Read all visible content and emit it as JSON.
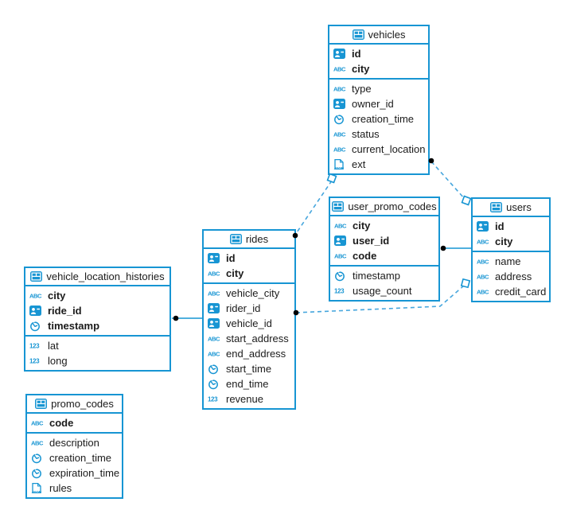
{
  "diagram": {
    "colors": {
      "accent": "#1795d3",
      "edge_dashed": "#46a6dd",
      "marker_dot": "#000000",
      "background": "#ffffff",
      "text": "#1b1b1b"
    },
    "tables": [
      {
        "name": "vehicles",
        "icon": "table-icon",
        "primary_keys": [
          {
            "name": "id",
            "type_icon": "person-id-icon"
          },
          {
            "name": "city",
            "type_icon": "text-icon"
          }
        ],
        "fields": [
          {
            "name": "type",
            "type_icon": "text-icon"
          },
          {
            "name": "owner_id",
            "type_icon": "person-id-icon"
          },
          {
            "name": "creation_time",
            "type_icon": "time-icon"
          },
          {
            "name": "status",
            "type_icon": "text-icon"
          },
          {
            "name": "current_location",
            "type_icon": "text-icon"
          },
          {
            "name": "ext",
            "type_icon": "json-icon"
          }
        ]
      },
      {
        "name": "user_promo_codes",
        "icon": "table-icon",
        "primary_keys": [
          {
            "name": "city",
            "type_icon": "text-icon"
          },
          {
            "name": "user_id",
            "type_icon": "person-id-icon"
          },
          {
            "name": "code",
            "type_icon": "text-icon"
          }
        ],
        "fields": [
          {
            "name": "timestamp",
            "type_icon": "time-icon"
          },
          {
            "name": "usage_count",
            "type_icon": "number-icon"
          }
        ]
      },
      {
        "name": "users",
        "icon": "table-icon",
        "primary_keys": [
          {
            "name": "id",
            "type_icon": "person-id-icon"
          },
          {
            "name": "city",
            "type_icon": "text-icon"
          }
        ],
        "fields": [
          {
            "name": "name",
            "type_icon": "text-icon"
          },
          {
            "name": "address",
            "type_icon": "text-icon"
          },
          {
            "name": "credit_card",
            "type_icon": "text-icon"
          }
        ]
      },
      {
        "name": "rides",
        "icon": "table-icon",
        "primary_keys": [
          {
            "name": "id",
            "type_icon": "person-id-icon"
          },
          {
            "name": "city",
            "type_icon": "text-icon"
          }
        ],
        "fields": [
          {
            "name": "vehicle_city",
            "type_icon": "text-icon"
          },
          {
            "name": "rider_id",
            "type_icon": "person-id-icon"
          },
          {
            "name": "vehicle_id",
            "type_icon": "person-id-icon"
          },
          {
            "name": "start_address",
            "type_icon": "text-icon"
          },
          {
            "name": "end_address",
            "type_icon": "text-icon"
          },
          {
            "name": "start_time",
            "type_icon": "time-icon"
          },
          {
            "name": "end_time",
            "type_icon": "time-icon"
          },
          {
            "name": "revenue",
            "type_icon": "number-icon"
          }
        ]
      },
      {
        "name": "vehicle_location_histories",
        "icon": "table-icon",
        "primary_keys": [
          {
            "name": "city",
            "type_icon": "text-icon"
          },
          {
            "name": "ride_id",
            "type_icon": "person-id-icon"
          },
          {
            "name": "timestamp",
            "type_icon": "time-icon"
          }
        ],
        "fields": [
          {
            "name": "lat",
            "type_icon": "number-icon"
          },
          {
            "name": "long",
            "type_icon": "number-icon"
          }
        ]
      },
      {
        "name": "promo_codes",
        "icon": "table-icon",
        "primary_keys": [
          {
            "name": "code",
            "type_icon": "text-icon"
          }
        ],
        "fields": [
          {
            "name": "description",
            "type_icon": "text-icon"
          },
          {
            "name": "creation_time",
            "type_icon": "time-icon"
          },
          {
            "name": "expiration_time",
            "type_icon": "time-icon"
          },
          {
            "name": "rules",
            "type_icon": "json-icon"
          }
        ]
      }
    ],
    "relationships": [
      {
        "from": "rides",
        "to": "vehicles",
        "style": "dashed"
      },
      {
        "from": "vehicles",
        "to": "users",
        "style": "dashed"
      },
      {
        "from": "user_promo_codes",
        "to": "users",
        "style": "solid"
      },
      {
        "from": "rides",
        "to": "users",
        "style": "dashed"
      },
      {
        "from": "vehicle_location_histories",
        "to": "rides",
        "style": "solid"
      }
    ]
  }
}
